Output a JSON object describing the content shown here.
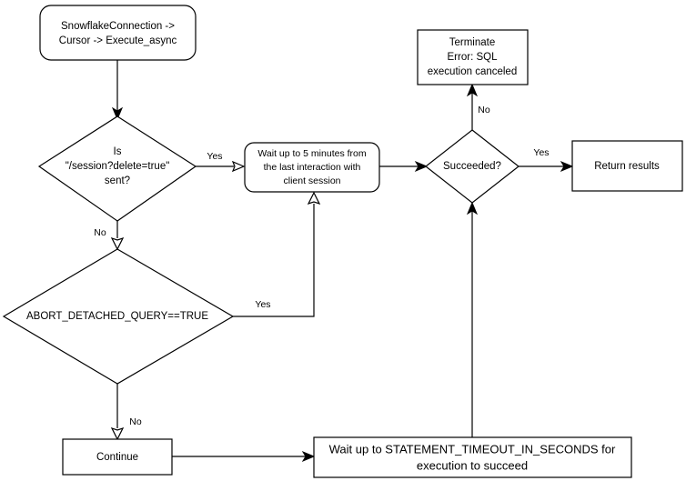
{
  "diagram": {
    "title": "Snowflake async execution flowchart",
    "background": "#ffffff",
    "stroke_color": "#000000",
    "nodes": {
      "start": {
        "shape": "rounded-rect",
        "lines": [
          "SnowflakeConnection ->",
          "Cursor -> Execute_async"
        ]
      },
      "session_delete_decision": {
        "shape": "diamond",
        "lines": [
          "Is",
          "\"/session?delete=true\"",
          "sent?"
        ]
      },
      "wait_five_minutes": {
        "shape": "rounded-rect",
        "lines": [
          "Wait up to 5 minutes from",
          "the last interaction with",
          "client session"
        ]
      },
      "abort_detached_query_decision": {
        "shape": "diamond",
        "lines": [
          "ABORT_DETACHED_QUERY==TRUE"
        ]
      },
      "continue": {
        "shape": "rect",
        "lines": [
          "Continue"
        ]
      },
      "wait_statement_timeout": {
        "shape": "rect",
        "lines": [
          "Wait up to STATEMENT_TIMEOUT_IN_SECONDS for",
          "execution to succeed"
        ]
      },
      "succeeded_decision": {
        "shape": "diamond",
        "lines": [
          "Succeeded?"
        ]
      },
      "terminate": {
        "shape": "rect",
        "lines": [
          "Terminate",
          "Error: SQL",
          "execution canceled"
        ]
      },
      "return_results": {
        "shape": "rect",
        "lines": [
          "Return results"
        ]
      }
    },
    "edge_labels": {
      "session_yes": "Yes",
      "session_no": "No",
      "abort_yes": "Yes",
      "abort_no": "No",
      "succeeded_yes": "Yes",
      "succeeded_no": "No"
    }
  }
}
